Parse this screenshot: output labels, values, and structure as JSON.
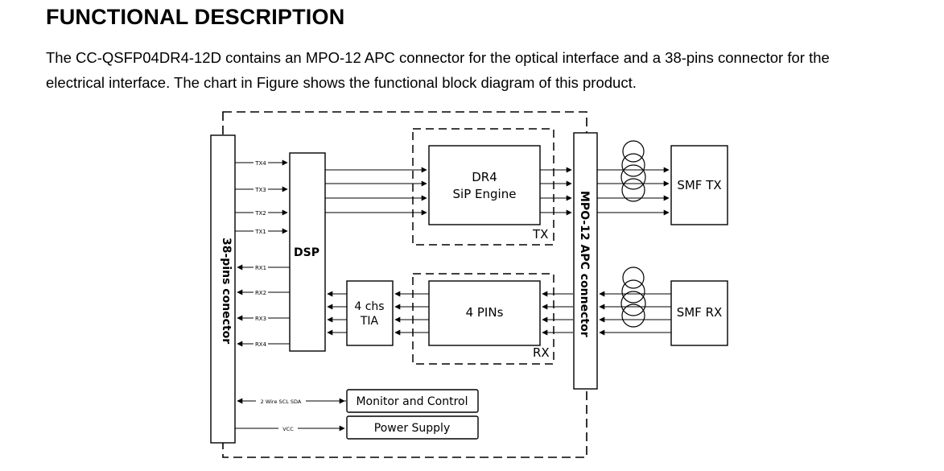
{
  "heading": "FUNCTIONAL DESCRIPTION",
  "paragraph": {
    "line1": "The CC-QSFP04DR4-12D contains an MPO-12 APC connector for the optical interface and a 38-pins connector for the",
    "line2": "electrical interface. The chart in Figure shows the functional block diagram of this product."
  },
  "diagram": {
    "pins_connector": "38-pins conector",
    "dsp": "DSP",
    "sip_engine_line1": "DR4",
    "sip_engine_line2": "SiP Engine",
    "tx_group": "TX",
    "pins_block": "4 PINs",
    "rx_group": "RX",
    "tia_line1": "4 chs",
    "tia_line2": "TIA",
    "mpo_connector": "MPO-12 APC connector",
    "smf_tx": "SMF TX",
    "smf_rx": "SMF RX",
    "monitor_control": "Monitor and Control",
    "power_supply": "Power Supply",
    "tx_signals": [
      "TX4",
      "TX3",
      "TX2",
      "TX1"
    ],
    "rx_signals": [
      "RX1",
      "RX2",
      "RX3",
      "RX4"
    ],
    "i2c_signal": "2 Wire SCL SDA",
    "vcc_signal": "VCC"
  }
}
